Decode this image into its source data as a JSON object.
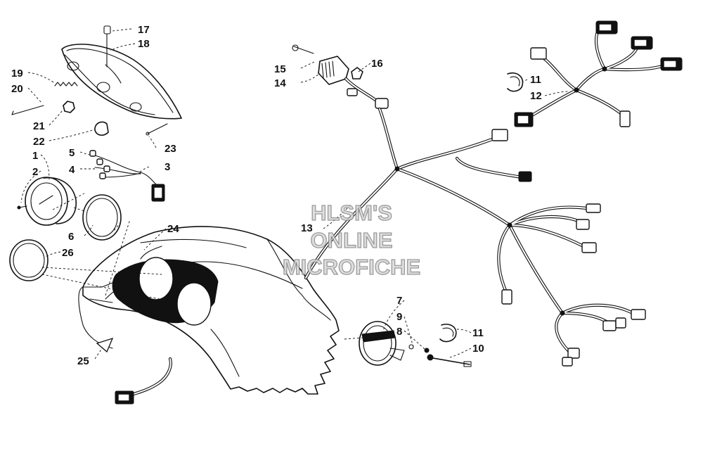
{
  "watermark": {
    "line1": "HLSM'S",
    "line2": "ONLINE",
    "line3": "MICROFICHE"
  },
  "callouts": {
    "c1": "1",
    "c2": "2",
    "c3": "3",
    "c4": "4",
    "c5": "5",
    "c6": "6",
    "c7": "7",
    "c8": "8",
    "c9": "9",
    "c10": "10",
    "c11a": "11",
    "c11b": "11",
    "c12": "12",
    "c13": "13",
    "c14": "14",
    "c15": "15",
    "c16": "16",
    "c17": "17",
    "c18": "18",
    "c19": "19",
    "c20": "20",
    "c21": "21",
    "c22": "22",
    "c23": "23",
    "c24": "24",
    "c25": "25",
    "c26": "26"
  }
}
